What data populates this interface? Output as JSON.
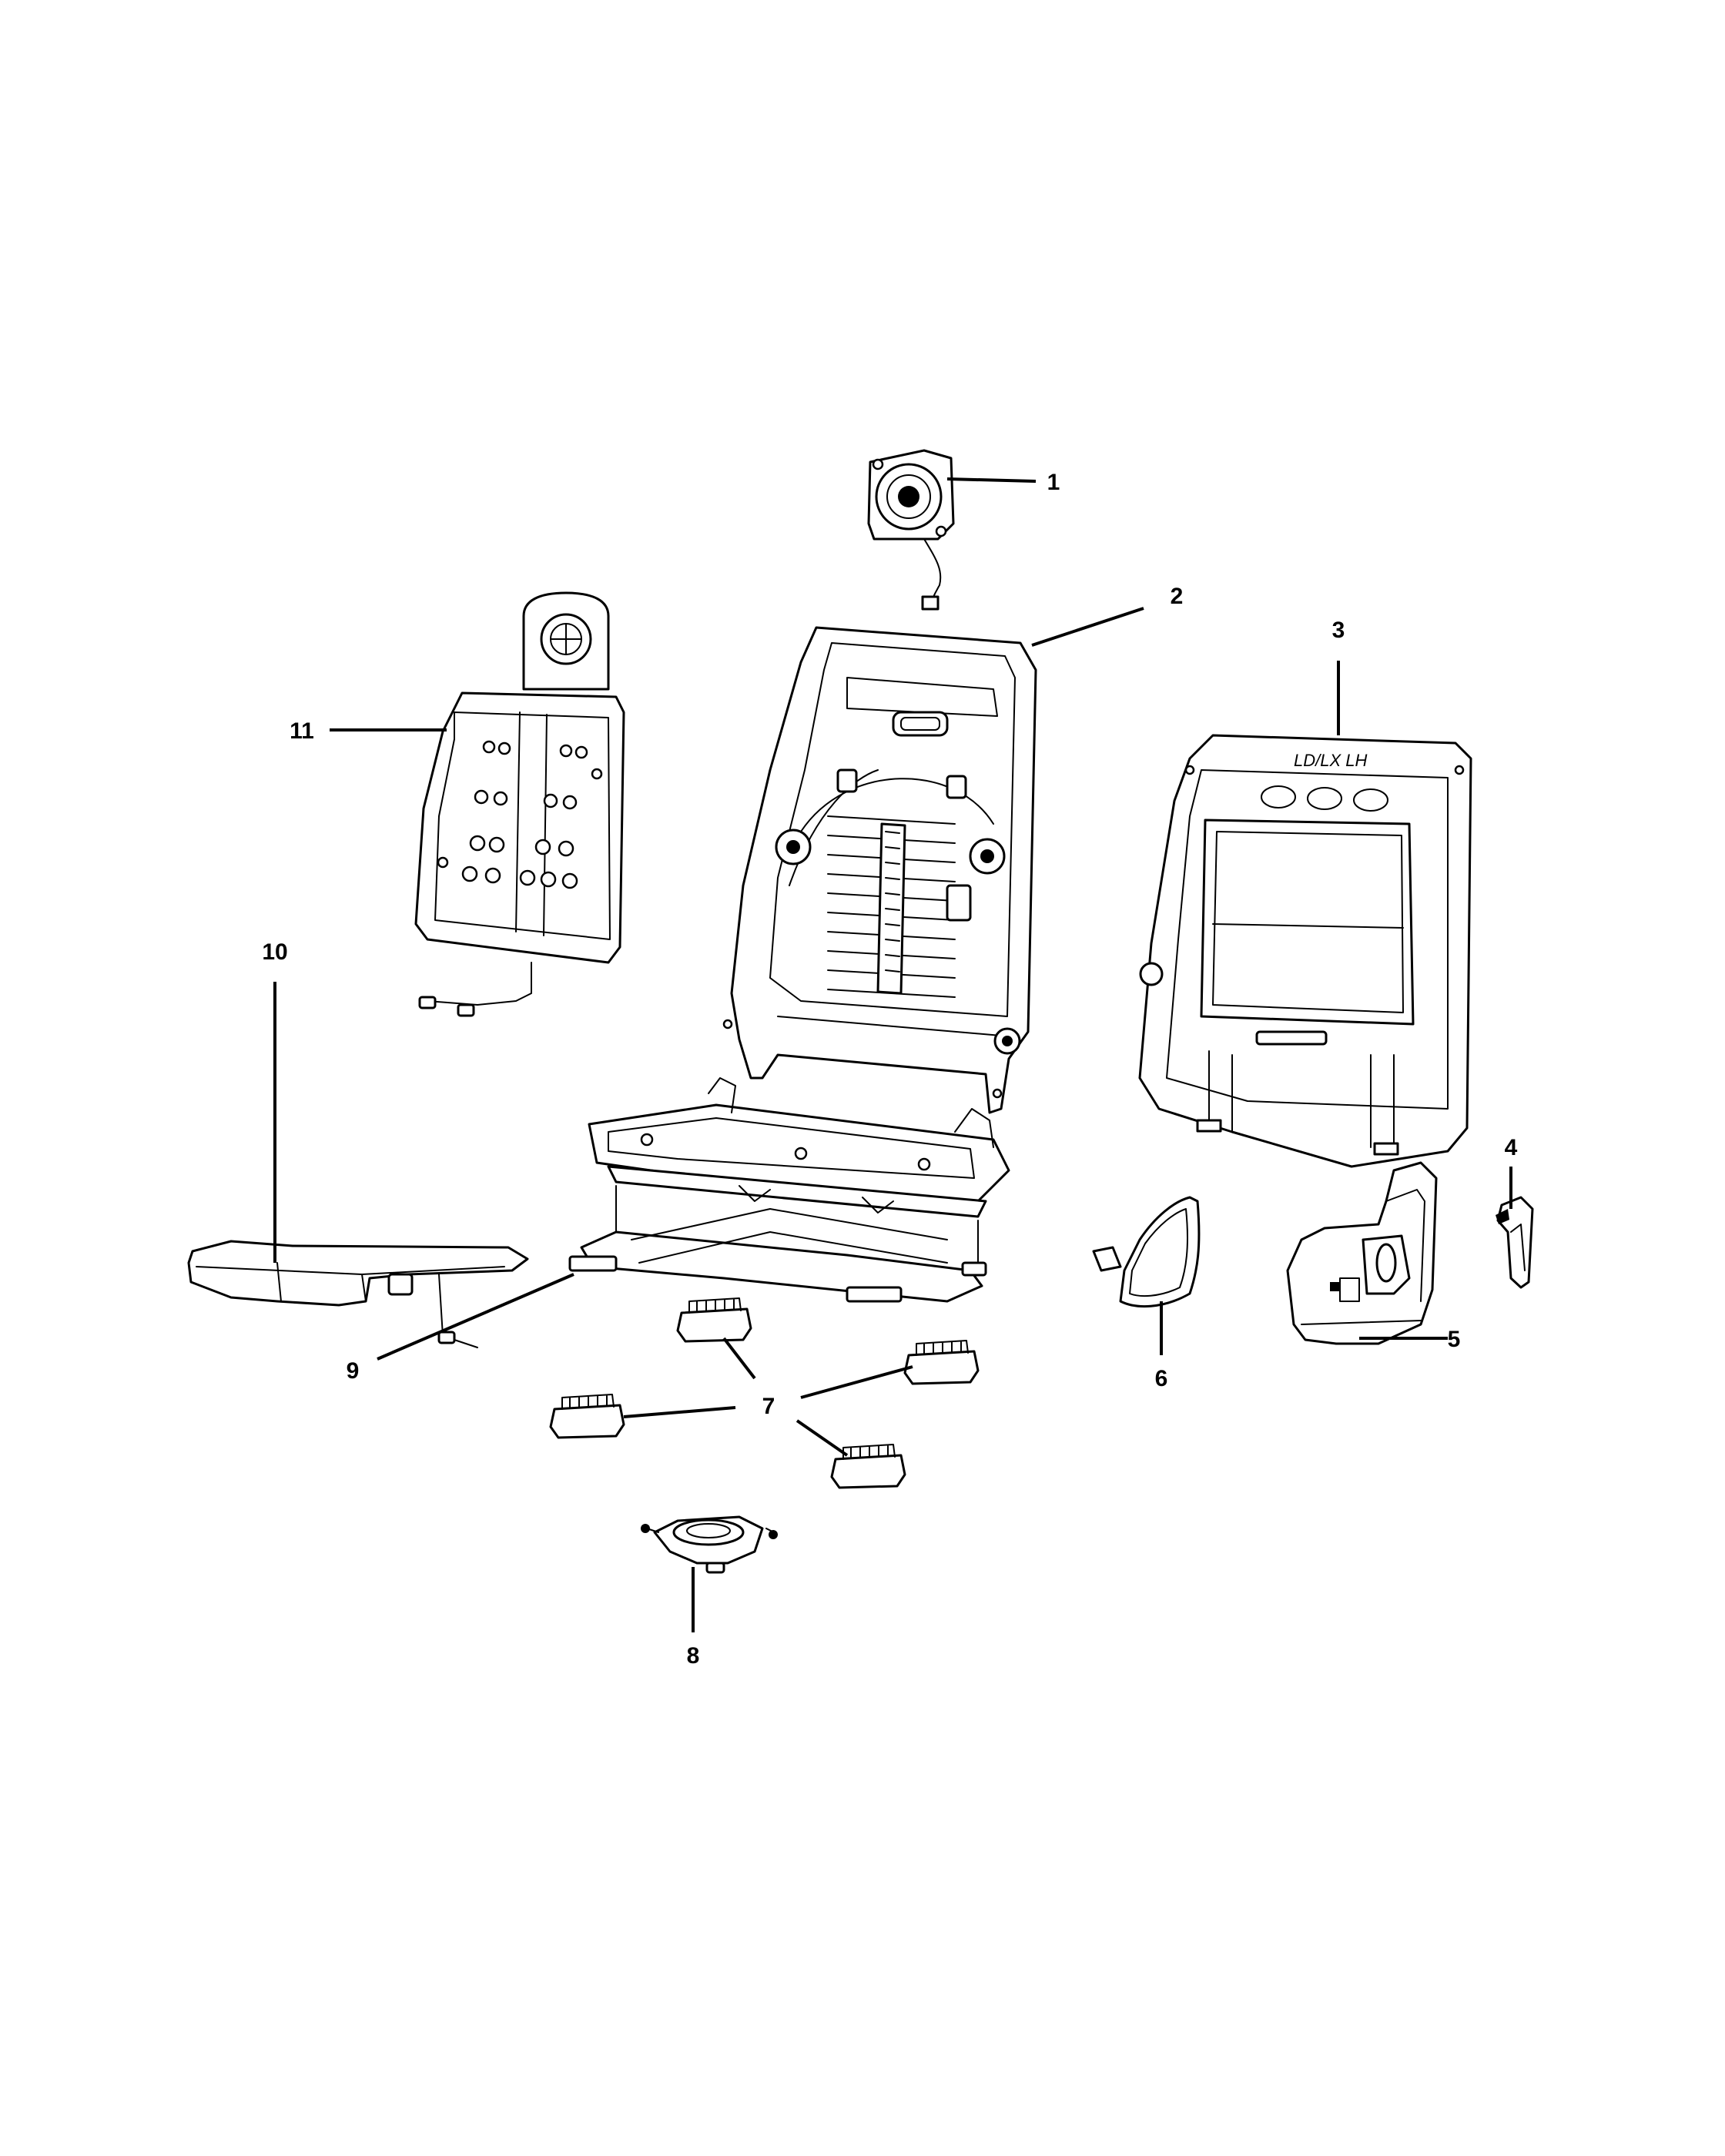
{
  "callouts": [
    {
      "id": "1",
      "label": "1"
    },
    {
      "id": "2",
      "label": "2"
    },
    {
      "id": "3",
      "label": "3"
    },
    {
      "id": "4",
      "label": "4"
    },
    {
      "id": "5",
      "label": "5"
    },
    {
      "id": "6",
      "label": "6"
    },
    {
      "id": "7",
      "label": "7"
    },
    {
      "id": "8",
      "label": "8"
    },
    {
      "id": "9",
      "label": "9"
    },
    {
      "id": "10",
      "label": "10"
    },
    {
      "id": "11",
      "label": "11"
    }
  ],
  "stamp_text": "LD/LX LH"
}
